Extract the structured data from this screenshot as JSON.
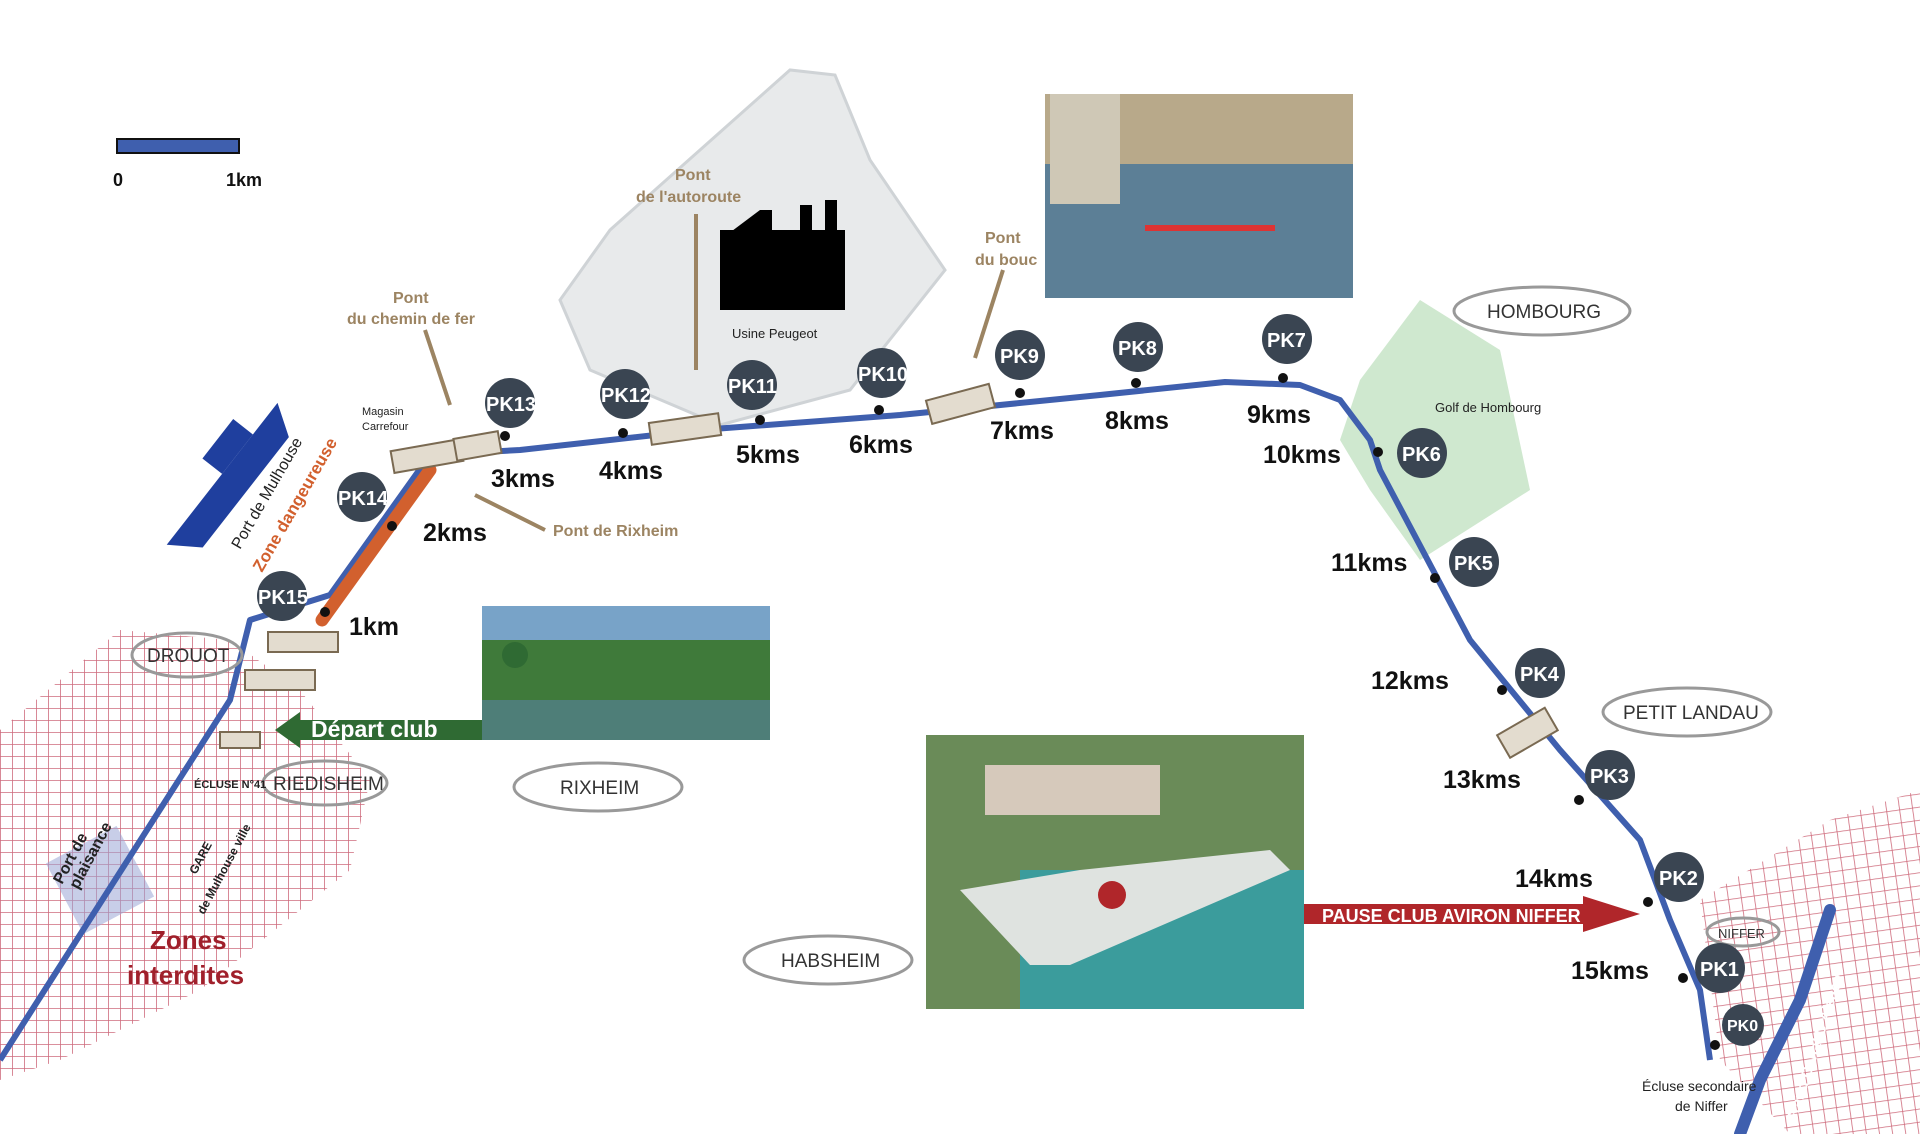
{
  "colors": {
    "canal": "#3f5fae",
    "danger_segment": "#d2602e",
    "grid": "#c95b6e",
    "zone_text": "#a0202b",
    "brown_labels": "#9c8462",
    "pk_circle": "#3a4552",
    "factory_area": "#e8eaeb",
    "golf_area": "#cfe8cf",
    "depart_arrow": "#2f6a33",
    "pause_arrow": "#b0262a",
    "boat": "#1f3f9e"
  },
  "scale_bar": {
    "start": "0",
    "end": "1km"
  },
  "pk_markers": [
    "PK15",
    "PK14",
    "PK13",
    "PK12",
    "PK11",
    "PK10",
    "PK9",
    "PK8",
    "PK7",
    "PK6",
    "PK5",
    "PK4",
    "PK3",
    "PK2",
    "PK1",
    "PK0"
  ],
  "km_labels": [
    "1km",
    "2kms",
    "3kms",
    "4kms",
    "5kms",
    "6kms",
    "7kms",
    "8kms",
    "9kms",
    "10kms",
    "11kms",
    "12kms",
    "13kms",
    "14kms",
    "15kms"
  ],
  "bridges": {
    "chemin_de_fer": [
      "Pont",
      "du chemin de fer"
    ],
    "autoroute": [
      "Pont",
      "de l'autoroute"
    ],
    "bouc": [
      "Pont",
      "du bouc"
    ],
    "rixheim": "Pont de Rixheim"
  },
  "places": {
    "magasin": [
      "Magasin",
      "Carrefour"
    ],
    "usine": "Usine Peugeot",
    "golf": "Golf de Hombourg",
    "port_mulhouse": "Port de Mulhouse",
    "zone_dangereuse": "Zone dangeureuse",
    "ecluse41": "ÉCLUSE N°41",
    "port_plaisance": [
      "Port de",
      "plaisance"
    ],
    "gare": [
      "GARE",
      "de Mulhouse ville"
    ],
    "zones_interdites": [
      "Zones",
      "interdites"
    ],
    "ecluse_niffer": [
      "Écluse secondaire",
      "de Niffer"
    ],
    "grand_canal": "Grand Canal D'Alsace"
  },
  "towns": {
    "drouot": "DROUOT",
    "riedisheim": "RIEDISHEIM",
    "rixheim": "RIXHEIM",
    "habsheim": "HABSHEIM",
    "hombourg": "HOMBOURG",
    "petit_landau": "PETIT LANDAU",
    "niffer": "NIFFER"
  },
  "callouts": {
    "depart": "Départ club",
    "pause": "PAUSE CLUB AVIRON NIFFER"
  }
}
